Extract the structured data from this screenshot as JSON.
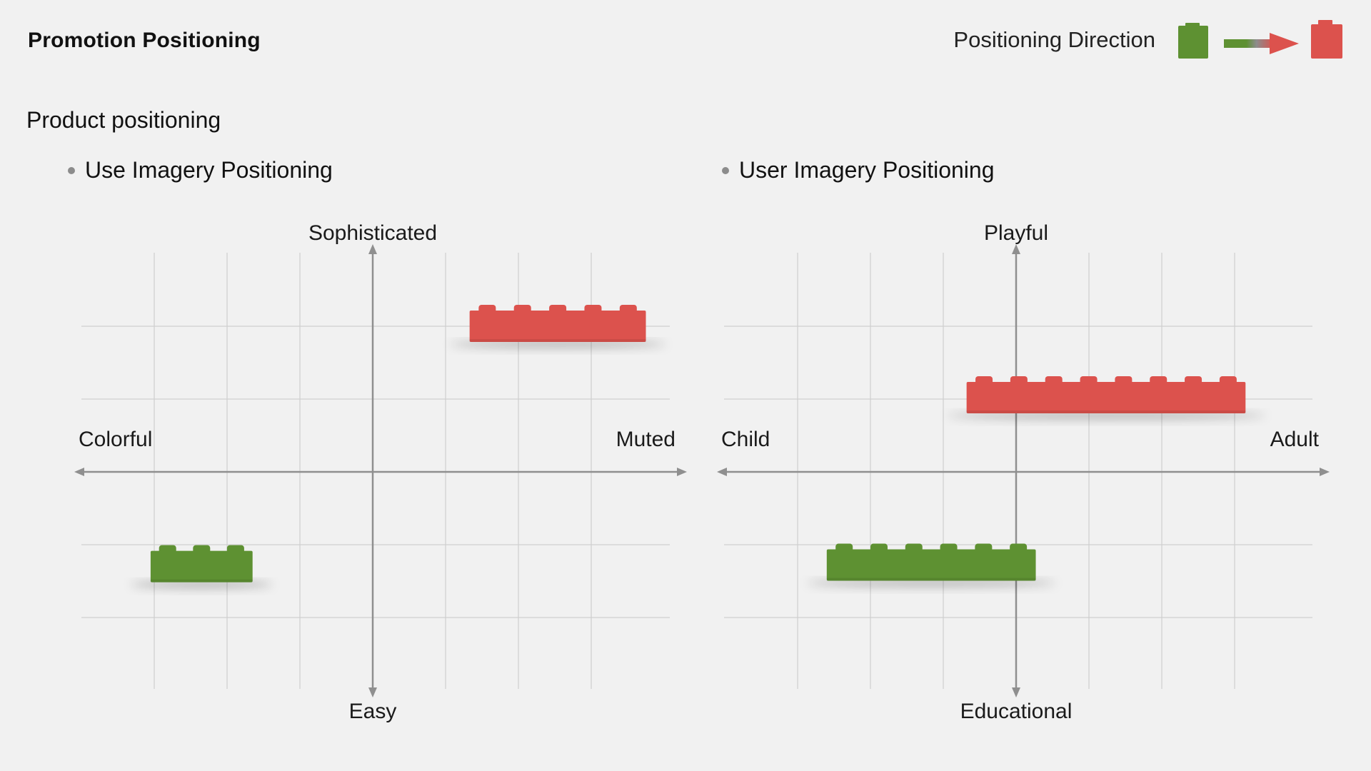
{
  "slide": {
    "title": "Promotion Positioning",
    "subtitle": "Product positioning"
  },
  "legend": {
    "label": "Positioning Direction",
    "from_color": "#5e9132",
    "to_color": "#dc524d",
    "icon": "brick-arrow-icon"
  },
  "charts": [
    {
      "heading": "Use Imagery Positioning",
      "axes": {
        "top": "Sophisticated",
        "bottom": "Easy",
        "left": "Colorful",
        "right": "Muted"
      },
      "bricks": [
        {
          "color": "red",
          "studs": 5,
          "x_from": 1.33,
          "x_to": 3.75,
          "y": 2
        },
        {
          "color": "green",
          "studs": 3,
          "x_from": -3.05,
          "x_to": -1.65,
          "y": -1.3
        }
      ]
    },
    {
      "heading": "User Imagery Positioning",
      "axes": {
        "top": "Playful",
        "bottom": "Educational",
        "left": "Child",
        "right": "Adult"
      },
      "bricks": [
        {
          "color": "red",
          "studs": 8,
          "x_from": -0.68,
          "x_to": 3.15,
          "y": 1.02
        },
        {
          "color": "green",
          "studs": 6,
          "x_from": -2.6,
          "x_to": 0.27,
          "y": -1.28
        }
      ]
    }
  ],
  "colors": {
    "red": "#dc524d",
    "green": "#5e9132",
    "grid": "#cfcfcf",
    "axis": "#8f8f8f"
  }
}
